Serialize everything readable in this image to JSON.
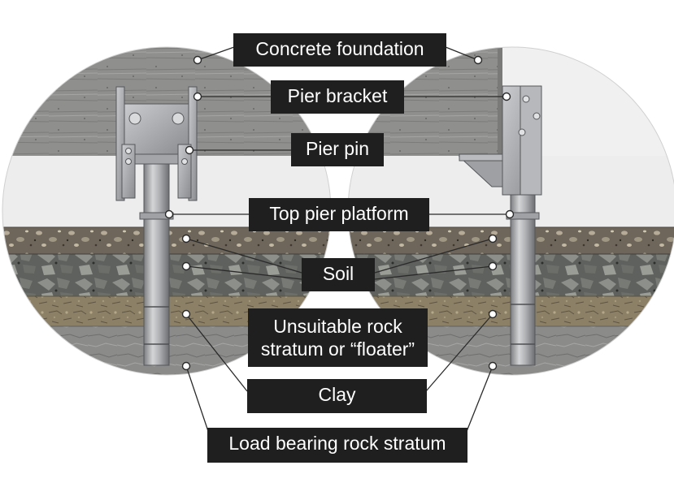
{
  "labels": {
    "concrete_foundation": "Concrete foundation",
    "pier_bracket": "Pier bracket",
    "pier_pin": "Pier pin",
    "top_pier_platform": "Top pier platform",
    "soil": "Soil",
    "unsuitable_rock_line1": "Unsuitable rock",
    "unsuitable_rock_line2": "stratum or “floater”",
    "clay": "Clay",
    "load_bearing": "Load bearing rock stratum"
  },
  "colors": {
    "label_bg": "#1f1f1f",
    "label_text": "#ffffff",
    "concrete": "#8f8f8d",
    "void": "#eeeeee",
    "soil": "#6e665a",
    "floater": "#6d6f6c",
    "clay": "#8c8066",
    "bedrock": "#8b8b8a",
    "steel": "#a9abad",
    "leader": "#2a2a2a"
  }
}
